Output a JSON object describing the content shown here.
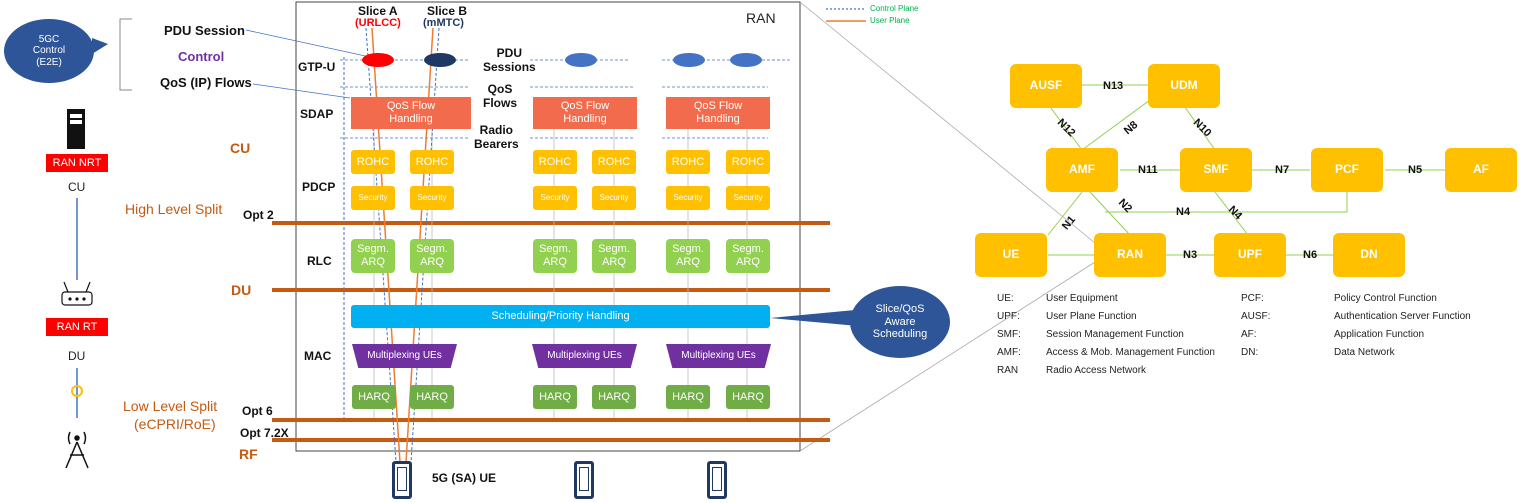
{
  "left": {
    "bubble_5gc": "5GC\nControl\n(E2E)",
    "ran_nrt": "RAN NRT",
    "cu": "CU",
    "ran_rt": "RAN RT",
    "du": "DU",
    "high_level_split": "High Level Split",
    "low_level_split_1": "Low Level Split",
    "low_level_split_2": "(eCPRI/RoE)",
    "pdu_session": "PDU Session",
    "control": "Control",
    "qos_ip_flows": "QoS (IP) Flows"
  },
  "ran": {
    "title": "RAN",
    "slice_a": "Slice A",
    "slice_a_sub": "(URLCC)",
    "slice_b": "Slice B",
    "slice_b_sub": "(mMTC)",
    "layers": {
      "gtpu": "GTP-U",
      "sdap": "SDAP",
      "cu": "CU",
      "pdcp": "PDCP",
      "opt2": "Opt 2",
      "rlc": "RLC",
      "du": "DU",
      "mac": "MAC",
      "opt6": "Opt 6",
      "opt72x": "Opt 7.2X",
      "rf": "RF"
    },
    "pdu_sessions": "PDU\nSessions",
    "qos_flows": "QoS\nFlows",
    "radio_bearers": "Radio\nBearers",
    "qos_flow_handling": "QoS Flow\nHandling",
    "rohc": "ROHC",
    "security": "Security",
    "segm_arq": "Segm.\nARQ",
    "scheduling": "Scheduling/Priority Handling",
    "multiplexing": "Multiplexing UEs",
    "harq": "HARQ",
    "ue": "5G (SA) UE"
  },
  "sched_bubble": "Slice/QoS\nAware\nScheduling",
  "legend_lines": {
    "control_plane": "Control Plane",
    "user_plane": "User Plane"
  },
  "core": {
    "nodes": {
      "ausf": "AUSF",
      "udm": "UDM",
      "amf": "AMF",
      "smf": "SMF",
      "pcf": "PCF",
      "af": "AF",
      "ue": "UE",
      "ran": "RAN",
      "upf": "UPF",
      "dn": "DN"
    },
    "interfaces": {
      "n13": "N13",
      "n12": "N12",
      "n8": "N8",
      "n10": "N10",
      "n11": "N11",
      "n7": "N7",
      "n5": "N5",
      "n1": "N1",
      "n2": "N2",
      "n4a": "N4",
      "n4b": "N4",
      "n3": "N3",
      "n6": "N6"
    },
    "legend": [
      {
        "abbr": "UE:",
        "full": "User Equipment"
      },
      {
        "abbr": "UPF:",
        "full": "User Plane Function"
      },
      {
        "abbr": "SMF:",
        "full": "Session Management Function"
      },
      {
        "abbr": "AMF:",
        "full": "Access & Mob. Management Function"
      },
      {
        "abbr": "RAN",
        "full": "Radio Access Network"
      },
      {
        "abbr": "PCF:",
        "full": "Policy Control Function"
      },
      {
        "abbr": "AUSF:",
        "full": "Authentication Server Function"
      },
      {
        "abbr": "AF:",
        "full": "Application Function"
      },
      {
        "abbr": "DN:",
        "full": "Data Network"
      }
    ]
  },
  "colors": {
    "orange_bar": "#c55a11",
    "slice_a": "#ff0000",
    "slice_b": "#1f3864",
    "nf": "#ffc000",
    "control_plane": "#4472c4",
    "user_plane": "#ed7d31"
  }
}
